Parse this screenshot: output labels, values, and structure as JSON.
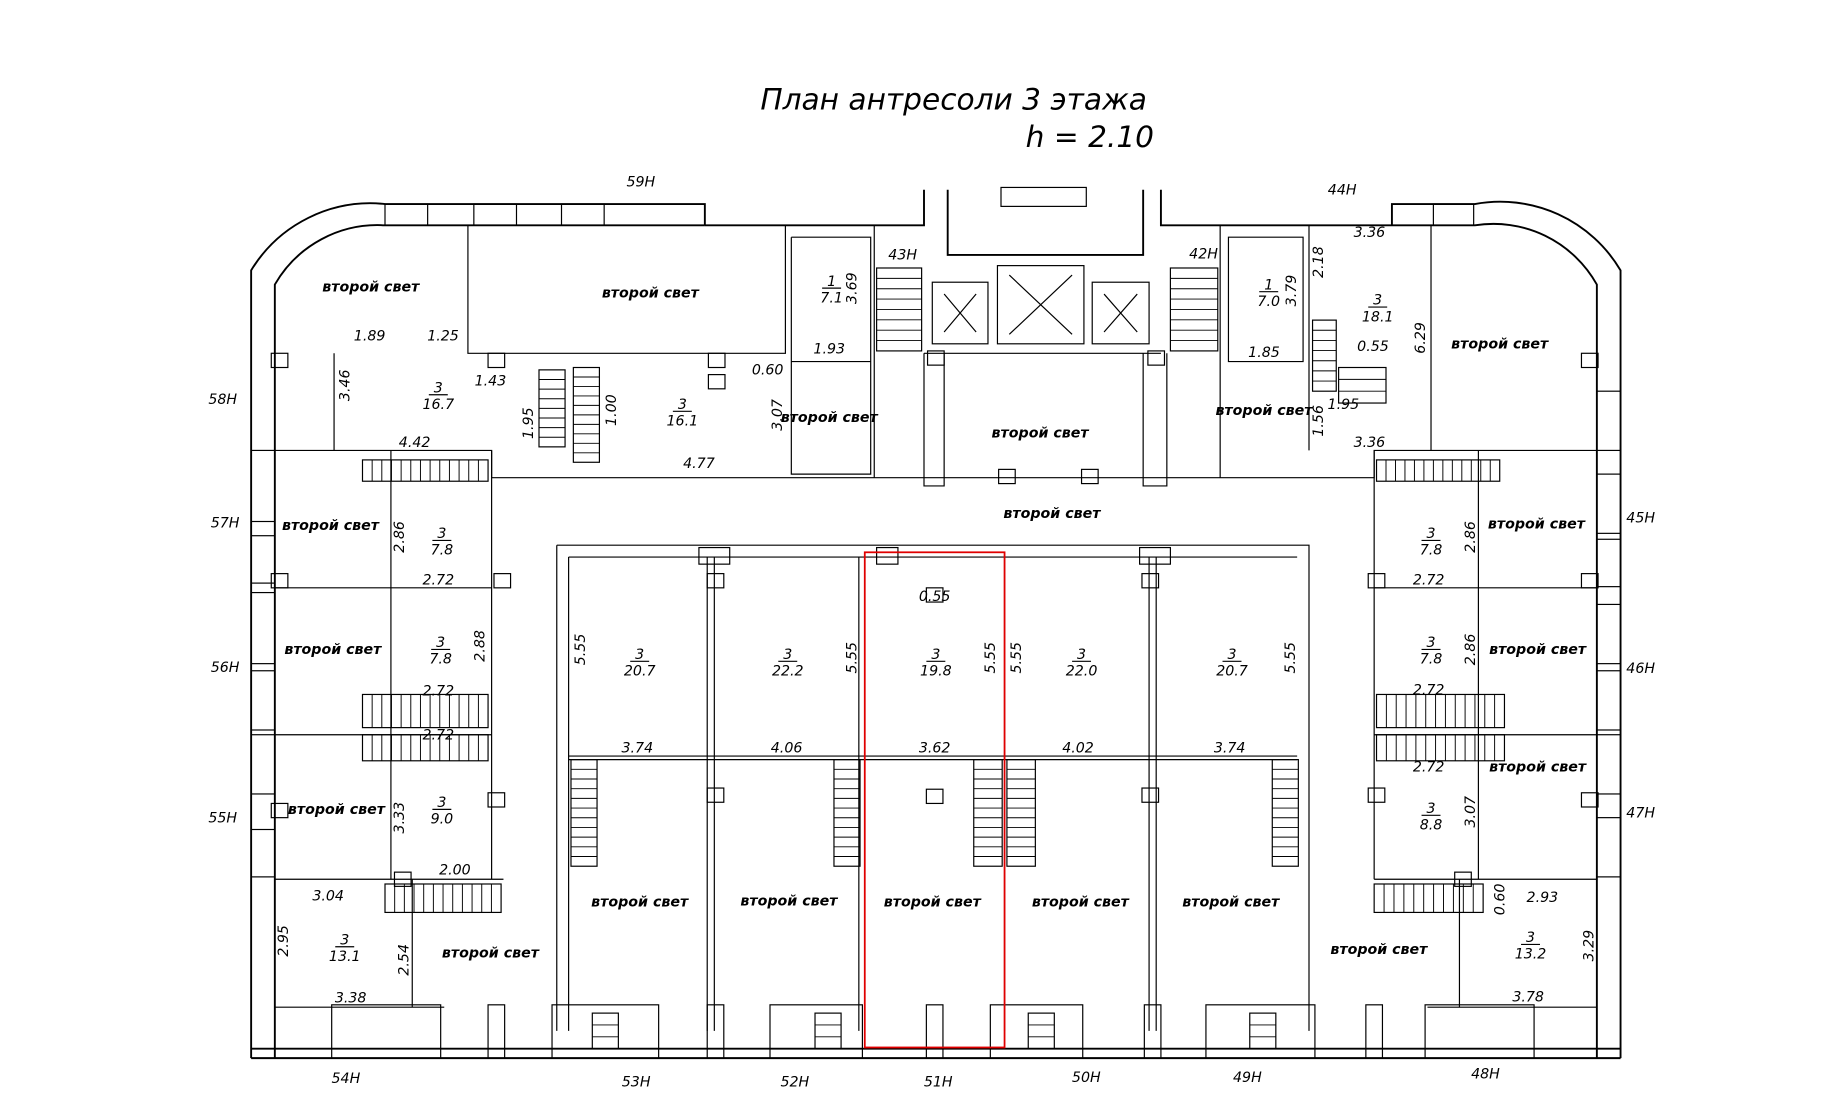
{
  "title": "План антресоли 3 этажа",
  "height_label": "h = 2.10",
  "highlight_color": "#e00000",
  "axis_labels": [
    "59Н",
    "44Н",
    "58Н",
    "57Н",
    "56Н",
    "55Н",
    "45Н",
    "46Н",
    "47Н",
    "54Н",
    "53Н",
    "52Н",
    "51Н",
    "50Н",
    "49Н",
    "48Н",
    "43Н",
    "42Н"
  ],
  "second_light_labels": [
    "второй свет",
    "второй свет",
    "второй свет",
    "второй свет",
    "второй свет",
    "второй свет",
    "второй свет",
    "второй свет",
    "второй свет",
    "второй свет",
    "второй свет",
    "второй свет",
    "второй свет",
    "второй свет",
    "второй свет",
    "второй свет",
    "второй свет",
    "второй свет",
    "второй свет",
    "второй свет"
  ],
  "rooms": [
    {
      "num": "3",
      "area": "16.7"
    },
    {
      "num": "3",
      "area": "16.1"
    },
    {
      "num": "3",
      "area": "7.8"
    },
    {
      "num": "3",
      "area": "7.8"
    },
    {
      "num": "3",
      "area": "9.0"
    },
    {
      "num": "3",
      "area": "13.1"
    },
    {
      "num": "3",
      "area": "20.7"
    },
    {
      "num": "3",
      "area": "22.2"
    },
    {
      "num": "3",
      "area": "19.8"
    },
    {
      "num": "3",
      "area": "22.0"
    },
    {
      "num": "3",
      "area": "20.7"
    },
    {
      "num": "3",
      "area": "7.8"
    },
    {
      "num": "3",
      "area": "7.8"
    },
    {
      "num": "3",
      "area": "8.8"
    },
    {
      "num": "3",
      "area": "13.2"
    },
    {
      "num": "3",
      "area": "18.1"
    },
    {
      "num": "1",
      "area": "7.1"
    },
    {
      "num": "1",
      "area": "7.0"
    }
  ],
  "dims_h": [
    "1.89",
    "1.25",
    "1.43",
    "0.60",
    "1.93",
    "4.77",
    "4.42",
    "2.72",
    "2.72",
    "2.72",
    "2.00",
    "3.04",
    "3.38",
    "3.74",
    "4.06",
    "3.62",
    "4.02",
    "3.74",
    "0.55",
    "3.36",
    "0.55",
    "1.95",
    "3.36",
    "1.85",
    "2.72",
    "2.72",
    "2.72",
    "2.93",
    "3.78"
  ],
  "dims_v": [
    "3.46",
    "1.95",
    "1.00",
    "3.07",
    "3.69",
    "2.86",
    "2.88",
    "3.33",
    "2.95",
    "2.54",
    "5.55",
    "5.55",
    "5.55",
    "5.55",
    "5.55",
    "3.79",
    "2.18",
    "6.29",
    "1.56",
    "2.86",
    "2.86",
    "3.07",
    "0.60",
    "3.29"
  ]
}
